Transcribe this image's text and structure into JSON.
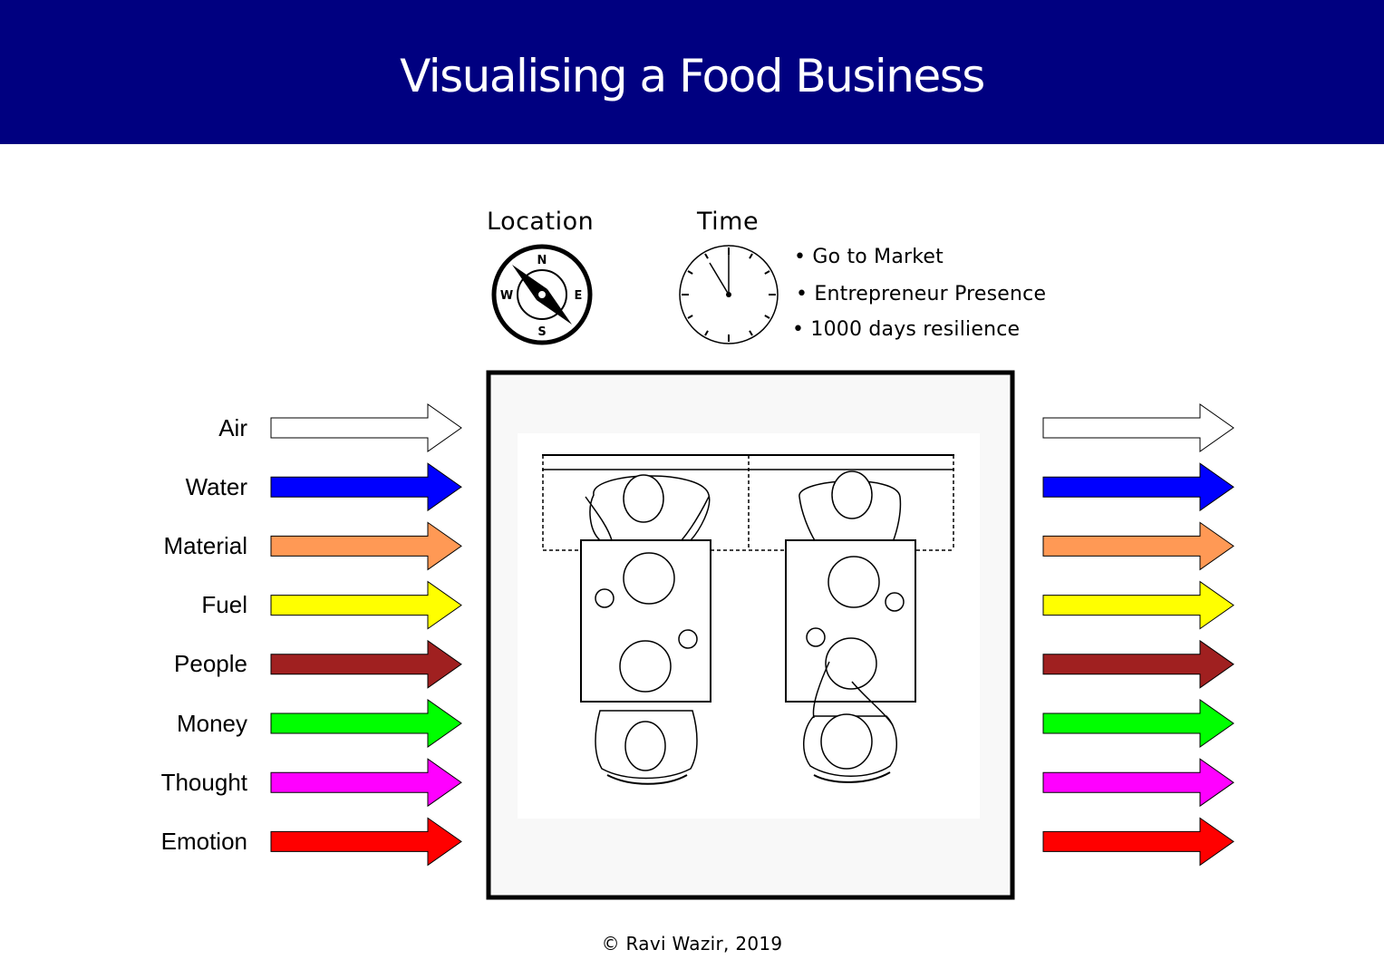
{
  "header": {
    "title": "Visualising a Food Business",
    "background_color": "#000080"
  },
  "context": {
    "location_label": "Location",
    "time_label": "Time",
    "compass": {
      "north": "N",
      "east": "E",
      "south": "S",
      "west": "W"
    },
    "time_notes": [
      "Go to Market",
      "Entrepreneur Presence",
      "1000 days resilience"
    ]
  },
  "flows": [
    {
      "name": "Air",
      "color": "#ffffff"
    },
    {
      "name": "Water",
      "color": "#0000ff"
    },
    {
      "name": "Material",
      "color": "#ff9955"
    },
    {
      "name": "Fuel",
      "color": "#ffff00"
    },
    {
      "name": "People",
      "color": "#a02020"
    },
    {
      "name": "Money",
      "color": "#00ff00"
    },
    {
      "name": "Thought",
      "color": "#ff00ff"
    },
    {
      "name": "Emotion",
      "color": "#ff0000"
    }
  ],
  "footer": {
    "copyright": "© Ravi Wazir, 2019"
  }
}
